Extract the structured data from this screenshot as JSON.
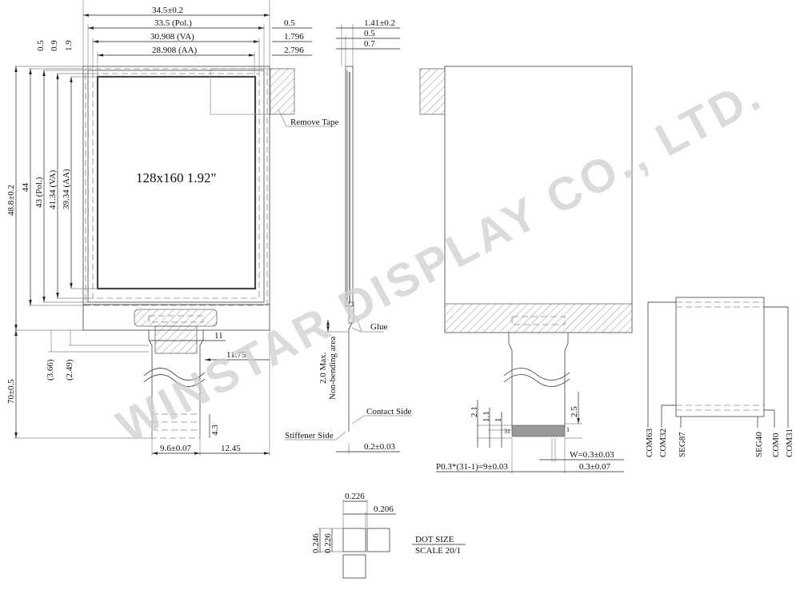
{
  "watermark": "WINSTAR DISPLAY CO., LTD.",
  "front_view": {
    "center_label": "128x160  1.92\"",
    "width_dims": [
      "34.5±0.2",
      "33.5 (Pol.)",
      "30.908 (VA)",
      "28.908 (AA)"
    ],
    "right_offsets": [
      "0.5",
      "1.796",
      "2.796"
    ],
    "top_offsets": [
      "0.5",
      "0.9",
      "1.9"
    ],
    "height_dims": [
      "48.8±0.2",
      "44",
      "43 (Pol.)",
      "41.34 (VA)",
      "39.34 (AA)"
    ],
    "overall_height": "70±0.5",
    "fpc_offsets": [
      "(3.66)",
      "(2.49)"
    ],
    "fpc_width_top": "11",
    "fpc_offset_right": "11.75",
    "fpc_width_bottom": "9.6±0.07",
    "fpc_offset_bottom": "12.45",
    "contact_length": "4.3",
    "remove_tape": "Remove Tape"
  },
  "side_view": {
    "thickness_dims": [
      "1.41±0.2",
      "0.5",
      "0.7"
    ],
    "glue": "Glue",
    "non_bending": "2.0 Max.",
    "non_bending_sub": "Non-bending area",
    "contact_side": "Contact  Side",
    "stiffener_side": "Stiffener Side",
    "fpc_thickness": "0.2±0.03"
  },
  "rear_view": {
    "contact_dims": [
      "2.1",
      "1.1",
      "1"
    ],
    "right_dim": "2.5",
    "pin_first": "31",
    "pin_last": "1",
    "pitch": "P0.3*(31-1)=9±0.03",
    "pin_width": "W=0.3±0.03",
    "edge_offset": "0.3±0.07"
  },
  "pinout": {
    "labels_left": [
      "COM63",
      "COM32",
      "SEG87"
    ],
    "labels_right": [
      "SEG40",
      "COM0",
      "COM31"
    ]
  },
  "dot_size": {
    "w1": "0.226",
    "w2": "0.206",
    "h1": "0.246",
    "h2": "0.226",
    "title": "DOT SIZE",
    "scale": "SCALE 20/1"
  }
}
